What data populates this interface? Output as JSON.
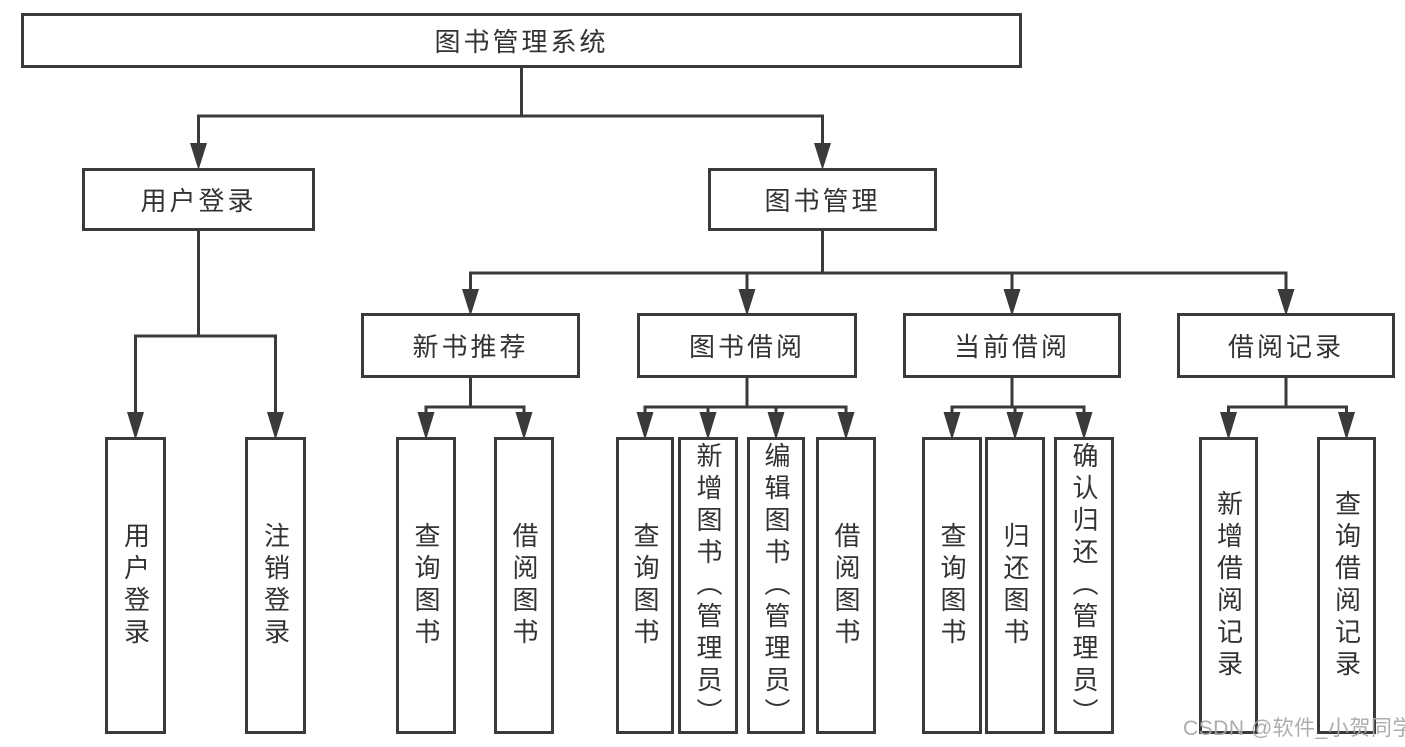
{
  "colors": {
    "line": "#3a3a3a",
    "text": "#333333",
    "box_background": "#ffffff",
    "page_background": "#ffffff",
    "watermark": "#a8a8a8"
  },
  "root": {
    "label": "图书管理系统"
  },
  "branches": [
    {
      "label": "用户登录",
      "children": [
        {
          "label": "用户登录"
        },
        {
          "label": "注销登录"
        }
      ]
    },
    {
      "label": "图书管理",
      "children": [
        {
          "label": "新书推荐",
          "children": [
            {
              "label": "查询图书"
            },
            {
              "label": "借阅图书"
            }
          ]
        },
        {
          "label": "图书借阅",
          "children": [
            {
              "label": "查询图书"
            },
            {
              "label": "新增图书（管理员）"
            },
            {
              "label": "编辑图书（管理员）"
            },
            {
              "label": "借阅图书"
            }
          ]
        },
        {
          "label": "当前借阅",
          "children": [
            {
              "label": "查询图书"
            },
            {
              "label": "归还图书"
            },
            {
              "label": "确认归还（管理员）"
            }
          ]
        },
        {
          "label": "借阅记录",
          "children": [
            {
              "label": "新增借阅记录"
            },
            {
              "label": "查询借阅记录"
            }
          ]
        }
      ]
    }
  ],
  "watermark": "CSDN @软件_小贺同学"
}
